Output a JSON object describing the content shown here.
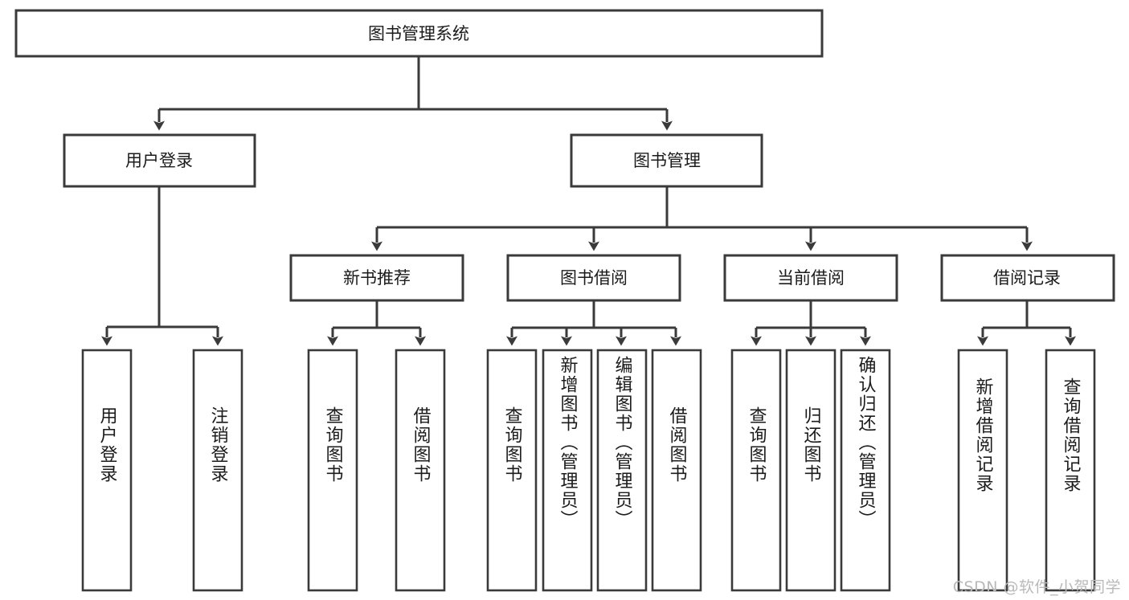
{
  "diagram": {
    "type": "tree-hierarchy-flowchart",
    "title": "图书管理系统",
    "orientation": "top-down",
    "root": {
      "id": "root",
      "label": "图书管理系统",
      "label_orientation": "horizontal"
    },
    "level2": [
      {
        "id": "user-login",
        "label": "用户登录",
        "label_orientation": "horizontal"
      },
      {
        "id": "book-management",
        "label": "图书管理",
        "label_orientation": "horizontal"
      }
    ],
    "level3": [
      {
        "id": "new-book-recommend",
        "label": "新书推荐",
        "label_orientation": "horizontal",
        "parent": "book-management"
      },
      {
        "id": "book-borrow",
        "label": "图书借阅",
        "label_orientation": "horizontal",
        "parent": "book-management"
      },
      {
        "id": "current-borrow",
        "label": "当前借阅",
        "label_orientation": "horizontal",
        "parent": "book-management"
      },
      {
        "id": "borrow-record",
        "label": "借阅记录",
        "label_orientation": "horizontal",
        "parent": "book-management"
      }
    ],
    "leaves": [
      {
        "id": "leaf-user-login",
        "label": "用户登录",
        "parent": "user-login",
        "label_orientation": "vertical"
      },
      {
        "id": "leaf-user-logout",
        "label": "注销登录",
        "parent": "user-login",
        "label_orientation": "vertical"
      },
      {
        "id": "leaf-query-book-1",
        "label": "查询图书",
        "parent": "new-book-recommend",
        "label_orientation": "vertical"
      },
      {
        "id": "leaf-borrow-book-1",
        "label": "借阅图书",
        "parent": "new-book-recommend",
        "label_orientation": "vertical"
      },
      {
        "id": "leaf-query-book-2",
        "label": "查询图书",
        "parent": "book-borrow",
        "label_orientation": "vertical"
      },
      {
        "id": "leaf-add-book",
        "label": "新增图书（管理员）",
        "parent": "book-borrow",
        "label_orientation": "vertical"
      },
      {
        "id": "leaf-edit-book",
        "label": "编辑图书（管理员）",
        "parent": "book-borrow",
        "label_orientation": "vertical"
      },
      {
        "id": "leaf-borrow-book-2",
        "label": "借阅图书",
        "parent": "book-borrow",
        "label_orientation": "vertical"
      },
      {
        "id": "leaf-query-book-3",
        "label": "查询图书",
        "parent": "current-borrow",
        "label_orientation": "vertical"
      },
      {
        "id": "leaf-return-book",
        "label": "归还图书",
        "parent": "current-borrow",
        "label_orientation": "vertical"
      },
      {
        "id": "leaf-confirm-return",
        "label": "确认归还（管理员）",
        "parent": "current-borrow",
        "label_orientation": "vertical"
      },
      {
        "id": "leaf-add-record",
        "label": "新增借阅记录",
        "parent": "borrow-record",
        "label_orientation": "vertical"
      },
      {
        "id": "leaf-query-record",
        "label": "查询借阅记录",
        "parent": "borrow-record",
        "label_orientation": "vertical"
      }
    ],
    "colors": {
      "background": "#ffffff",
      "box_fill": "#ffffff",
      "box_stroke": "#3a3a3a",
      "connector": "#3a3a3a",
      "text": "#1b1b1b",
      "watermark": "#b9b9b9"
    }
  },
  "watermark": {
    "text": "CSDN @软件_小贺同学"
  }
}
